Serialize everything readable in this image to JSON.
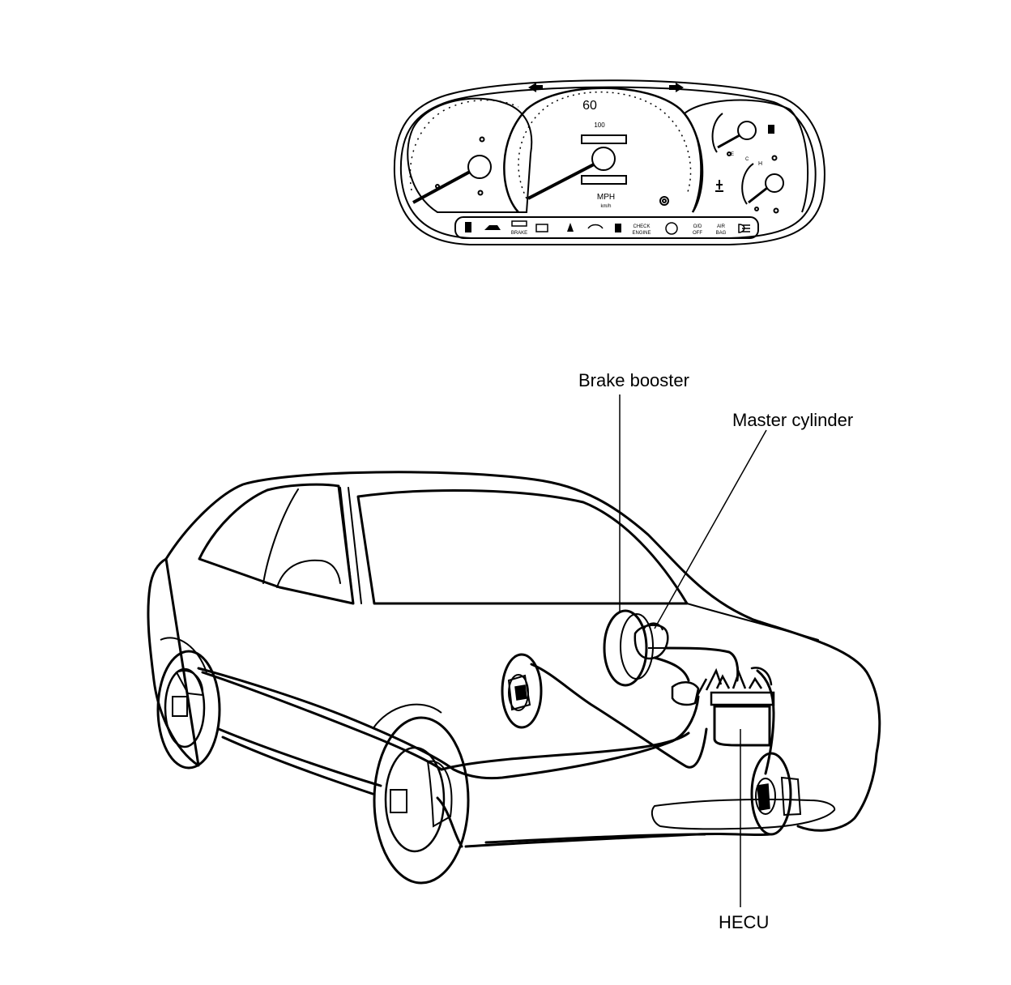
{
  "cluster": {
    "speed_value": "60",
    "speed_value_2": "100",
    "unit_mph": "MPH",
    "unit_kmh": "km/h",
    "fuel_e": "E",
    "temp_c": "C",
    "temp_h": "H",
    "telltales": {
      "brake": "BRAKE",
      "check_engine_1": "CHECK",
      "check_engine_2": "ENGINE",
      "od_off_1": "O/D",
      "od_off_2": "OFF",
      "airbag_1": "AIR",
      "airbag_2": "BAG"
    }
  },
  "labels": {
    "brake_booster": "Brake booster",
    "master_cylinder": "Master cylinder",
    "hecu": "HECU"
  }
}
